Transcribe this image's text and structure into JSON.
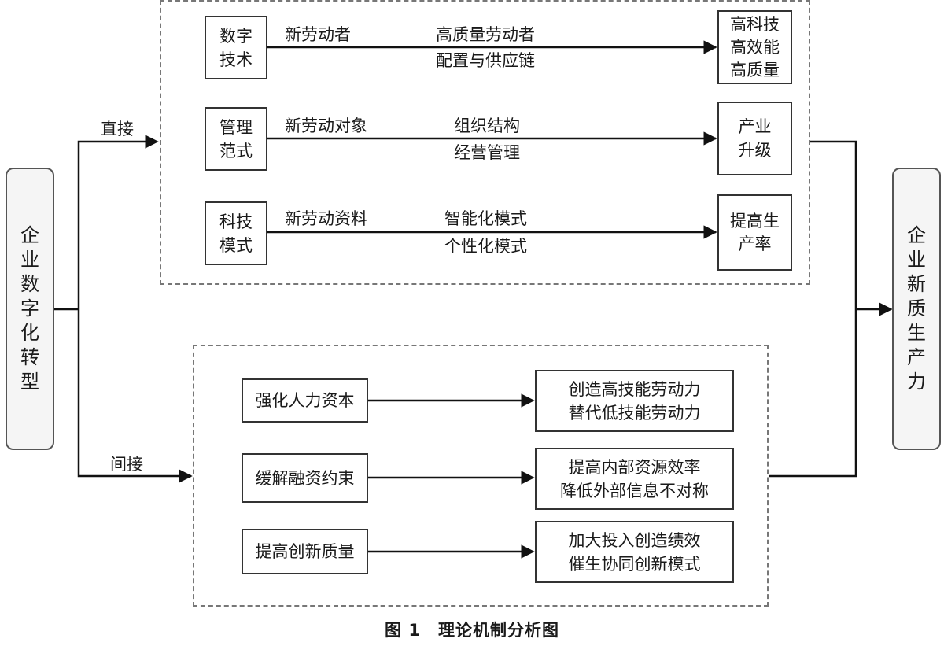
{
  "source": "企业数字化转型",
  "target": "企业新质生产力",
  "branches": {
    "direct": "直接",
    "indirect": "间接"
  },
  "direct_rows": [
    {
      "left": "数字技术",
      "edge_left": "新劳动者",
      "edge_top": "高质量劳动者",
      "edge_bottom": "配置与供应链",
      "right": "高科技高效能高质量"
    },
    {
      "left": "管理范式",
      "edge_left": "新劳动对象",
      "edge_top": "组织结构",
      "edge_bottom": "经营管理",
      "right": "产业升级"
    },
    {
      "left": "科技模式",
      "edge_left": "新劳动资料",
      "edge_top": "智能化模式",
      "edge_bottom": "个性化模式",
      "right": "提高生产率"
    }
  ],
  "indirect_rows": [
    {
      "left": "强化人力资本",
      "right_line1": "创造高技能劳动力",
      "right_line2": "替代低技能劳动力"
    },
    {
      "left": "缓解融资约束",
      "right_line1": "提高内部资源效率",
      "right_line2": "降低外部信息不对称"
    },
    {
      "left": "提高创新质量",
      "right_line1": "加大投入创造绩效",
      "right_line2": "催生协同创新模式"
    }
  ],
  "caption": "图 1　理论机制分析图",
  "colors": {
    "line": "#111111",
    "box_border": "#333333",
    "dashed": "#777777"
  }
}
